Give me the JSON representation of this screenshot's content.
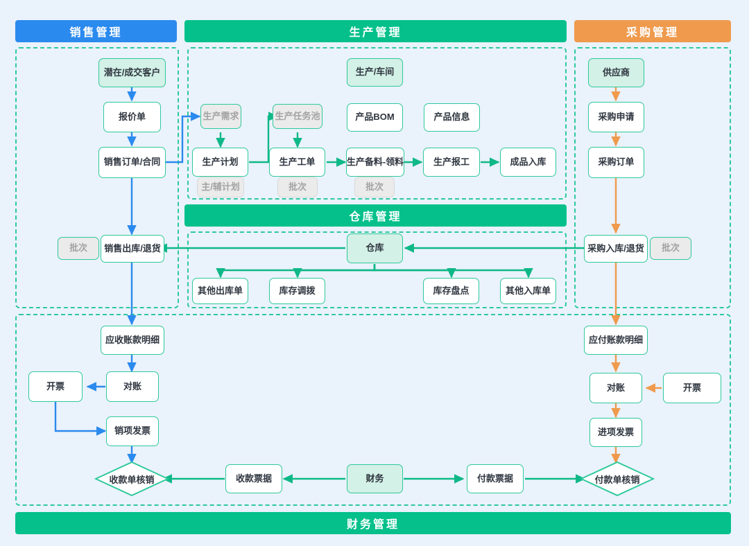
{
  "diagram": {
    "title": "ERP Business Flow",
    "background": "#eaf2fb",
    "colors": {
      "sales_accent": "#2b8aee",
      "production_accent": "#05c08b",
      "purchase_accent": "#ef9a4d",
      "warehouse_accent": "#05c08b",
      "finance_accent": "#05c08b",
      "node_border": "#2ec99c",
      "node_fill": "#ffffff",
      "node_fill_mint": "#d3f1e6",
      "node_fill_gray": "#ebebeb",
      "text_gray": "#a3a3a3"
    }
  },
  "banners": {
    "sales": "销售管理",
    "production": "生产管理",
    "purchase": "采购管理",
    "warehouse": "仓库管理",
    "finance": "财务管理"
  },
  "nodes": {
    "sales": {
      "customer": "潜在/成交客户",
      "quotation": "报价单",
      "sales_order": "销售订单/合同",
      "sales_outbound": "销售出库/退货",
      "batch_sales": "批次"
    },
    "production": {
      "workshop": "生产/车间",
      "demand": "生产需求",
      "task_pool": "生产任务池",
      "product_bom": "产品BOM",
      "product_info": "产品信息",
      "plan": "生产计划",
      "work_order": "生产工单",
      "material_prep": "生产备料-领料",
      "report_work": "生产报工",
      "finished_inbound": "成品入库",
      "batch_plan": "主/辅计划",
      "batch_work_order": "批次",
      "batch_material": "批次"
    },
    "purchase": {
      "supplier": "供应商",
      "requisition": "采购申请",
      "purchase_order": "采购订单",
      "purchase_inbound": "采购入库/退货",
      "batch_purchase": "批次"
    },
    "warehouse": {
      "warehouse": "仓库",
      "other_outbound": "其他出库单",
      "stock_transfer": "库存调拨",
      "stock_count": "库存盘点",
      "other_inbound": "其他入库单"
    },
    "finance": {
      "receivable_detail": "应收账款明细",
      "reconcile_ar": "对账",
      "invoice_ar": "开票",
      "output_invoice": "销项发票",
      "receipt_writeoff": "收款单核销",
      "receipt_voucher": "收款票据",
      "finance_center": "财务",
      "payment_voucher": "付款票据",
      "payment_writeoff": "付款单核销",
      "payable_detail": "应付账款明细",
      "reconcile_ap": "对账",
      "invoice_ap": "开票",
      "input_invoice": "进项发票"
    }
  }
}
